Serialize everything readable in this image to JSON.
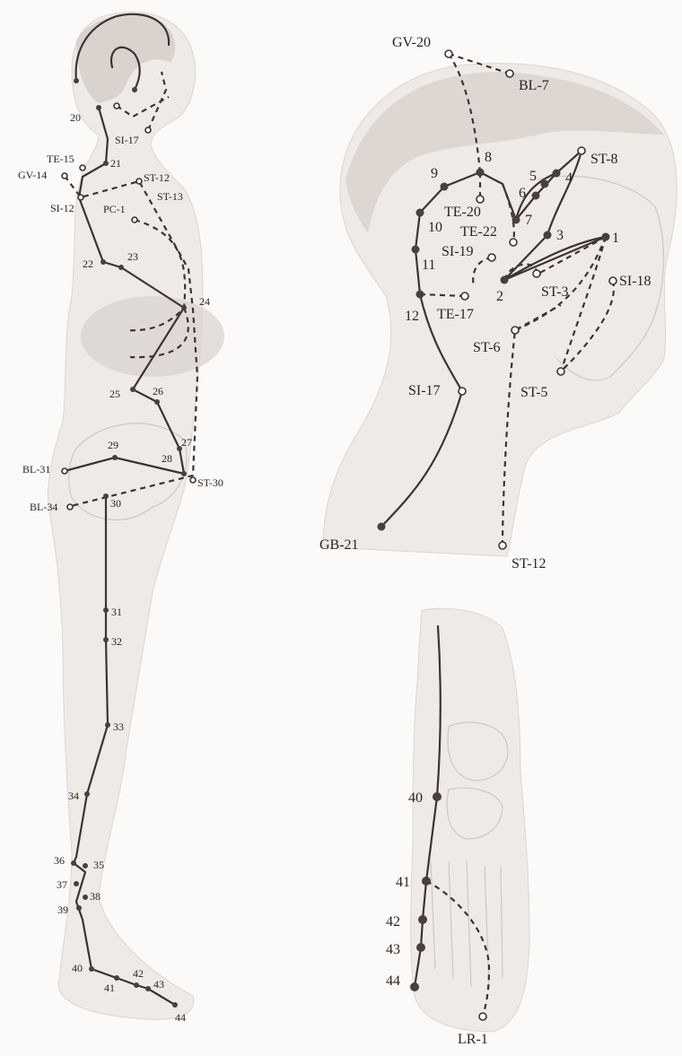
{
  "figure": {
    "body_view": {
      "labels": {
        "20": "20",
        "sit17": "SI-17",
        "21": "21",
        "te15": "TE-15",
        "gv14": "GV-14",
        "st12": "ST-12",
        "st13": "ST-13",
        "si12": "SI-12",
        "pc1": "PC-1",
        "22": "22",
        "23": "23",
        "24": "24",
        "25": "25",
        "26": "26",
        "27": "27",
        "28": "28",
        "29": "29",
        "bl31": "BL-31",
        "st30": "ST-30",
        "bl34": "BL-34",
        "30": "30",
        "31": "31",
        "32": "32",
        "33": "33",
        "34": "34",
        "35": "35",
        "36": "36",
        "37": "37",
        "38": "38",
        "39": "39",
        "40": "40",
        "41": "41",
        "42": "42",
        "43": "43",
        "44": "44"
      }
    },
    "head_view": {
      "labels": {
        "gv20": "GV-20",
        "bl7": "BL-7",
        "8": "8",
        "9": "9",
        "10": "10",
        "11": "11",
        "12": "12",
        "te20": "TE-20",
        "te22": "TE-22",
        "si19": "SI-19",
        "te17": "TE-17",
        "st8": "ST-8",
        "4": "4",
        "5": "5",
        "6": "6",
        "7": "7",
        "3": "3",
        "1": "1",
        "2": "2",
        "st3": "ST-3",
        "si18": "SI-18",
        "st6": "ST-6",
        "st5": "ST-5",
        "si17": "SI-17",
        "gb21": "GB-21",
        "st12": "ST-12"
      }
    },
    "foot_view": {
      "labels": {
        "40": "40",
        "41": "41",
        "42": "42",
        "43": "43",
        "44": "44",
        "lr1": "LR-1"
      }
    }
  }
}
